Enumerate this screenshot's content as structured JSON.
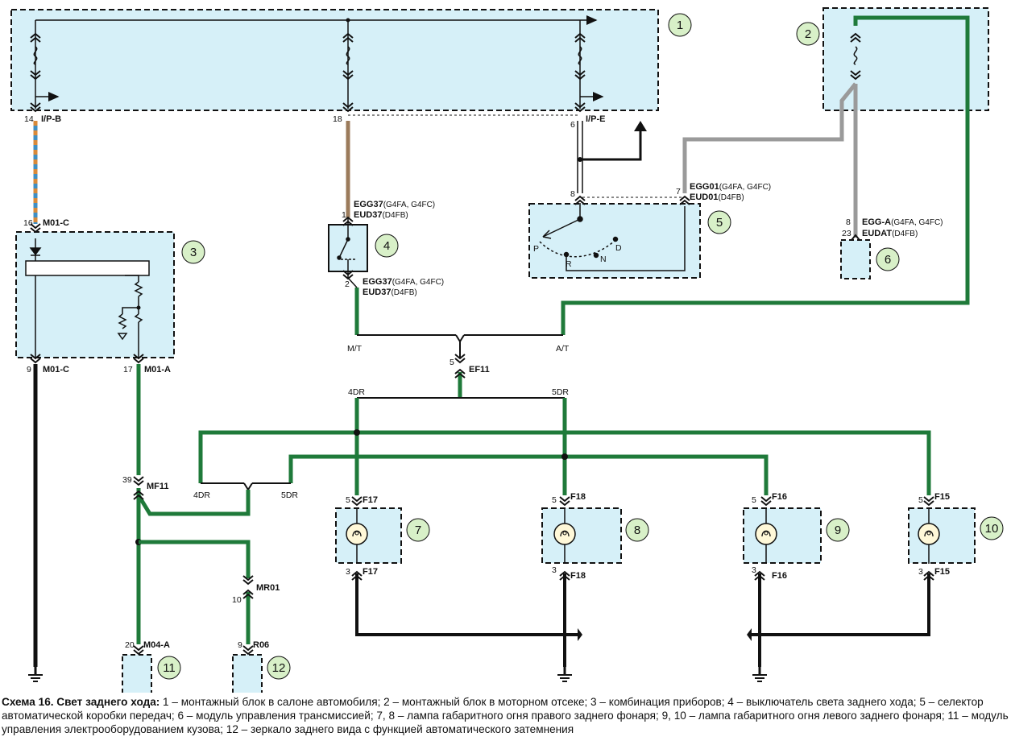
{
  "blocks": {
    "b1": "1",
    "b2": "2",
    "b3": "3",
    "b4": "4",
    "b5": "5",
    "b6": "6",
    "b7": "7",
    "b8": "8",
    "b9": "9",
    "b10": "10",
    "b11": "11",
    "b12": "12"
  },
  "connectors": {
    "ipb": "I/P-B",
    "ipe": "I/P-E",
    "m01c_top": "M01-C",
    "m01c_bot": "M01-C",
    "m01a": "M01-A",
    "mf11": "MF11",
    "ef11": "EF11",
    "mr01": "MR01",
    "r06": "R06",
    "m04a": "M04-A",
    "f17_top": "F17",
    "f17_bot": "F17",
    "f18_top": "F18",
    "f18_bot": "F18",
    "f16_top": "F16",
    "f16_bot": "F16",
    "f15_top": "F15",
    "f15_bot": "F15",
    "egg37_a": "EGG37",
    "egg37_a_s": "(G4FA, G4FC)",
    "eud37_a": "EUD37",
    "eud37_a_s": "(D4FB)",
    "egg37_b": "EGG37",
    "egg37_b_s": "(G4FA, G4FC)",
    "eud37_b": "EUD37",
    "eud37_b_s": "(D4FB)",
    "egg01": "EGG01",
    "egg01_s": "(G4FA, G4FC)",
    "eud01": "EUD01",
    "eud01_s": "(D4FB)",
    "egga": "EGG-A",
    "egga_s": "(G4FA, G4FC)",
    "eudat": "EUDAT",
    "eudat_s": "(D4FB)"
  },
  "pins": {
    "p14": "14",
    "p18": "18",
    "p6": "6",
    "p16": "16",
    "p9": "9",
    "p17": "17",
    "p1": "1",
    "p2": "2",
    "p8a": "8",
    "p7": "7",
    "p8b": "8",
    "p23": "23",
    "p5ef": "5",
    "p39": "39",
    "p10": "10",
    "p9r": "9",
    "p20": "20",
    "p5a": "5",
    "p3a": "3",
    "p5b": "5",
    "p3b": "3",
    "p5c": "5",
    "p3c": "3",
    "p5d": "5",
    "p3d": "3"
  },
  "labels": {
    "mt": "M/T",
    "at": "A/T",
    "dr4_top": "4DR",
    "dr5_top": "5DR",
    "dr4_left": "4DR",
    "dr5_left": "5DR",
    "sel_p": "P",
    "sel_r": "R",
    "sel_n": "N",
    "sel_d": "D"
  },
  "caption": {
    "title": "Схема 16. Свет заднего хода:",
    "text": " 1 – монтажный блок в салоне автомобиля; 2 – монтажный блок в моторном отсеке; 3 – комбинация приборов; 4 – выключатель света заднего хода; 5 – селектор автоматической коробки передач; 6 – модуль управления трансмиссией; 7, 8 – лампа габаритного огня правого заднего фонаря; 9, 10 – лампа габаритного огня левого заднего фонаря; 11 – модуль управления электрооборудованием кузова; 12 – зеркало заднего вида с функцией автоматического затемнения"
  },
  "colors": {
    "box_fill": "#d6f0f8",
    "wire_green": "#1f7a3a",
    "wire_black": "#111111",
    "wire_brown": "#9b7b5b",
    "wire_grey": "#9a9a9a",
    "wire_blue": "#3f8fc4",
    "wire_orange": "#d98a3a",
    "badge_fill": "#d8f0c8"
  }
}
